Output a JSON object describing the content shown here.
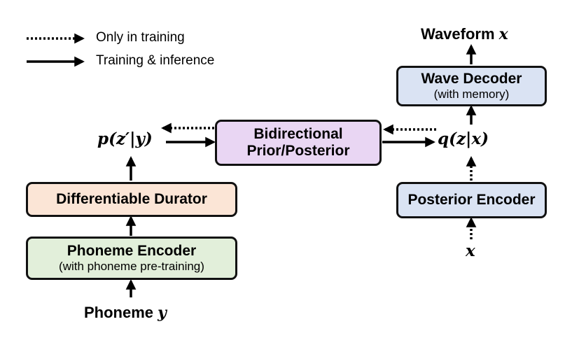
{
  "legend": {
    "dotted": "Only in training",
    "solid": "Training & inference"
  },
  "boxes": {
    "phoneme_encoder": {
      "title": "Phoneme Encoder",
      "subtitle": "(with phoneme pre-training)",
      "fill": "#e2efda"
    },
    "differentiable_durator": {
      "title": "Differentiable Durator",
      "fill": "#fbe5d6"
    },
    "bidirectional": {
      "line1": "Bidirectional",
      "line2": "Prior/Posterior",
      "fill": "#e9d6f3"
    },
    "posterior_encoder": {
      "title": "Posterior Encoder",
      "fill": "#dae3f3"
    },
    "wave_decoder": {
      "title": "Wave Decoder",
      "subtitle": "(with memory)",
      "fill": "#dae3f3"
    }
  },
  "labels": {
    "phoneme_word": "Phoneme",
    "phoneme_var": "y",
    "prior": "p(z′|y)",
    "posterior": "q(z|x)",
    "input_x": "x",
    "waveform_word": "Waveform",
    "waveform_var": "x"
  }
}
